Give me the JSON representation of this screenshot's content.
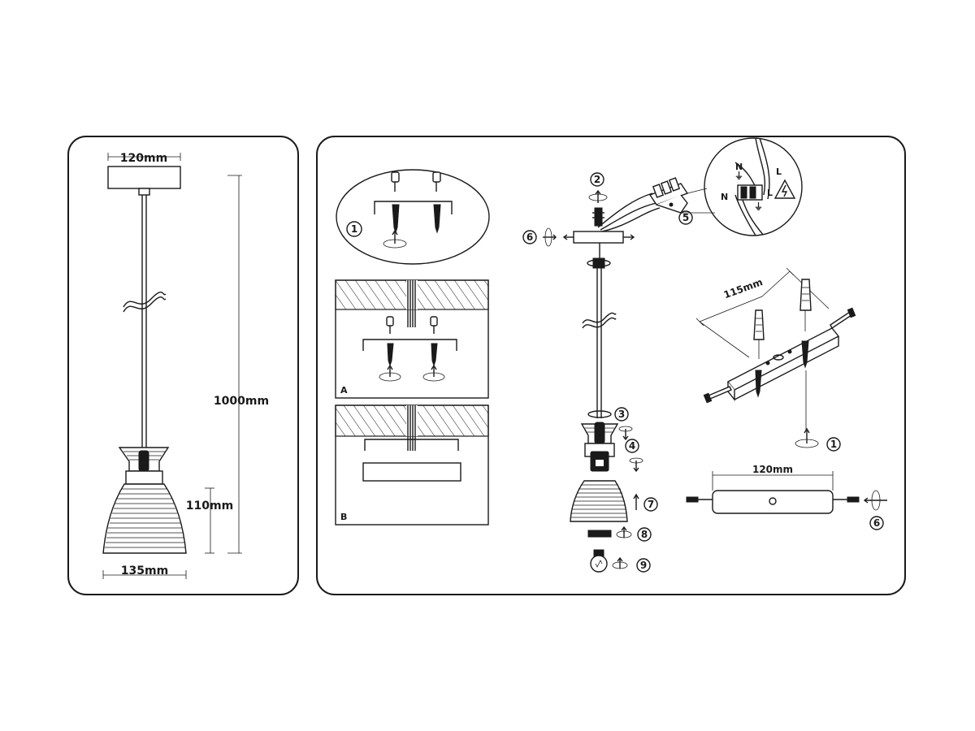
{
  "dimensions": {
    "canopy_width": "120mm",
    "cable_length": "1000mm",
    "shade_height": "110mm",
    "shade_width": "135mm",
    "bracket_hole_spacing": "115mm",
    "bracket_width": "120mm"
  },
  "panel_labels": {
    "a": "A",
    "b": "B"
  },
  "step_numbers": [
    "1",
    "2",
    "3",
    "4",
    "5",
    "6",
    "7",
    "8",
    "9"
  ],
  "wiring_labels": {
    "neutral": "N",
    "live": "L",
    "ground_symbol": "⏚"
  },
  "icons": [
    "hazard-voltage-icon",
    "rotate-arrow-icon",
    "screw-icon",
    "wall-plug-icon",
    "bulb-icon"
  ]
}
